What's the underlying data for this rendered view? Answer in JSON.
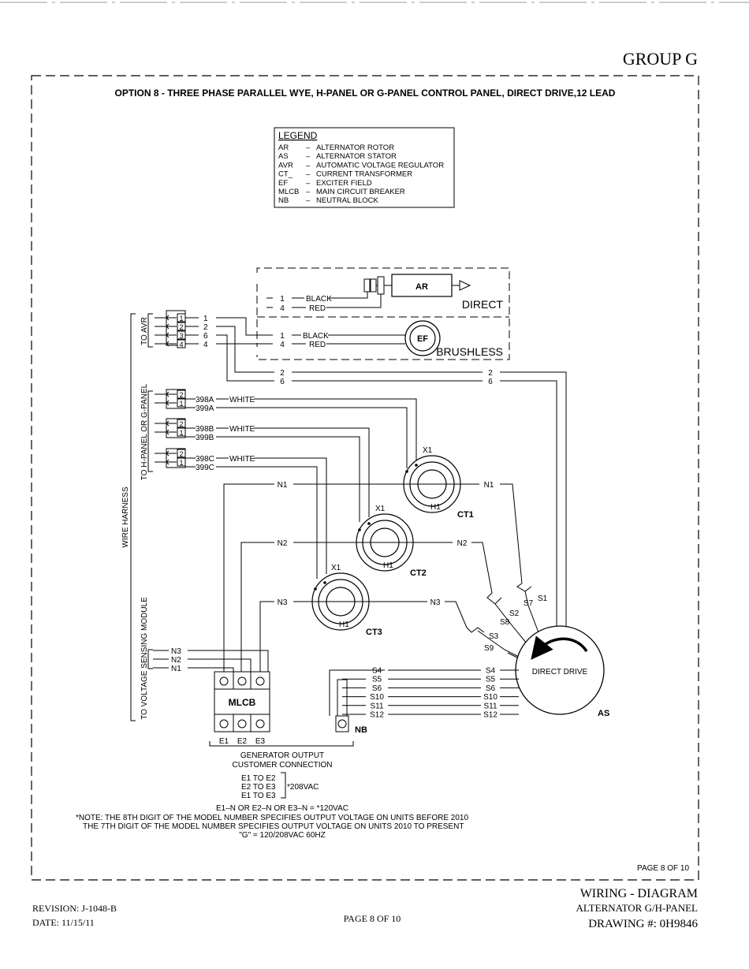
{
  "header": {
    "group": "GROUP G"
  },
  "frame": {
    "title": "OPTION 8 - THREE PHASE PARALLEL WYE, H-PANEL OR G-PANEL CONTROL PANEL, DIRECT DRIVE,12 LEAD",
    "page_inner": "PAGE 8 OF 10"
  },
  "legend": {
    "heading": "LEGEND",
    "rows": [
      [
        "AR",
        "–",
        "ALTERNATOR ROTOR"
      ],
      [
        "AS",
        "–",
        "ALTERNATOR STATOR"
      ],
      [
        "AVR",
        "–",
        "AUTOMATIC VOLTAGE REGULATOR"
      ],
      [
        "CT_",
        "–",
        "CURRENT TRANSFORMER"
      ],
      [
        "EF",
        "–",
        "EXCITER FIELD"
      ],
      [
        "MLCB",
        "–",
        "MAIN CIRCUIT BREAKER"
      ],
      [
        "NB",
        "–",
        "NEUTRAL BLOCK"
      ]
    ]
  },
  "side_labels": {
    "avr": "TO AVR",
    "panel": "TO H-PANEL OR G-PANEL",
    "harness": "WIRE HARNESS",
    "sensing": "TO VOLTAGE SENSING MODULE"
  },
  "avr_pins": [
    "1",
    "2",
    "3",
    "4"
  ],
  "avr_wires": [
    "1",
    "2",
    "6",
    "4"
  ],
  "rotor": {
    "label": "AR",
    "mode": "DIRECT",
    "wire1": "1",
    "wire1_color": "BLACK",
    "wire4": "4",
    "wire4_color": "RED"
  },
  "exciter": {
    "label": "EF",
    "mode": "BRUSHLESS",
    "wire1": "1",
    "wire1_color": "BLACK",
    "wire4": "4",
    "wire4_color": "RED"
  },
  "sense_wires": {
    "left": [
      "2",
      "6"
    ],
    "right": [
      "2",
      "6"
    ]
  },
  "ct_connectors": [
    {
      "pins": [
        "2",
        "1"
      ],
      "w1": "398A",
      "color": "WHITE",
      "w2": "399A"
    },
    {
      "pins": [
        "2",
        "1"
      ],
      "w1": "398B",
      "color": "WHITE",
      "w2": "399B"
    },
    {
      "pins": [
        "2",
        "1"
      ],
      "w1": "398C",
      "color": "WHITE",
      "w2": "399C"
    }
  ],
  "cts": [
    {
      "name": "CT1",
      "x1": "X1",
      "h1": "H1",
      "n_left": "N1",
      "n_right": "N1"
    },
    {
      "name": "CT2",
      "x1": "X1",
      "h1": "H1",
      "n_left": "N2",
      "n_right": "N2"
    },
    {
      "name": "CT3",
      "x1": "X1",
      "h1": "H1",
      "n_left": "N3",
      "n_right": "N3"
    }
  ],
  "switches": {
    "s1": "S1",
    "s7": "S7",
    "s2": "S2",
    "s8": "S8",
    "s3": "S3",
    "s9": "S9"
  },
  "sensing": [
    "N3",
    "N2",
    "N1"
  ],
  "mlcb": {
    "label": "MLCB",
    "terminals": [
      "E1",
      "E2",
      "E3"
    ]
  },
  "nb": {
    "label": "NB"
  },
  "leads": [
    "S4",
    "S5",
    "S6",
    "S10",
    "S11",
    "S12"
  ],
  "stator": {
    "label": "DIRECT DRIVE",
    "name": "AS"
  },
  "output": {
    "title1": "GENERATOR OUTPUT",
    "title2": "CUSTOMER CONNECTION",
    "pairs": [
      "E1 TO E2",
      "E2 TO E3",
      "E1 TO E3"
    ],
    "voltage": "*208VAC",
    "neutral": "E1–N OR E2–N OR E3–N = *120VAC",
    "note1": "*NOTE:  THE 8TH DIGIT OF THE MODEL NUMBER SPECIFIES OUTPUT VOLTAGE ON UNITS BEFORE 2010",
    "note2": "THE 7TH DIGIT OF THE MODEL NUMBER SPECIFIES OUTPUT VOLTAGE ON UNITS 2010 TO PRESENT",
    "note3": "\"G\" = 120/208VAC 60HZ"
  },
  "footer": {
    "revision": "REVISION: J-1048-B",
    "date": "DATE: 11/15/11",
    "page": "PAGE 8 OF 10",
    "title": "WIRING - DIAGRAM",
    "subtitle": "ALTERNATOR G/H-PANEL",
    "drawing": "DRAWING #: 0H9846"
  }
}
